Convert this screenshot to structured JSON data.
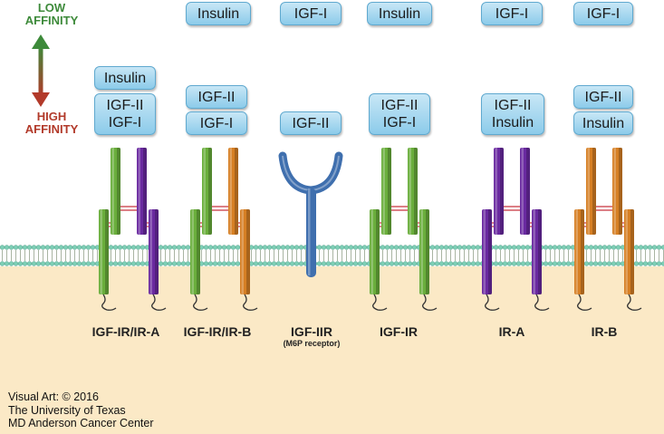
{
  "affinity": {
    "low_line1": "LOW",
    "low_line2": "AFFINITY",
    "high_line1": "HIGH",
    "high_line2": "AFFINITY",
    "low_color": "#3d8a3a",
    "high_color": "#b23a2a"
  },
  "ligand_colors": {
    "fill_top": "#c8e7f6",
    "fill_bottom": "#8ccbea",
    "border": "#5fa9cf"
  },
  "chain_colors": {
    "igf_ir": "#6aae3c",
    "ir_a": "#6a2aa0",
    "ir_b": "#d67f24",
    "igf_iir": "#3f6fae"
  },
  "receptors": [
    {
      "name": "IGF-IR/IR-A",
      "sub": "",
      "ligands": [
        "Insulin",
        "IGF-II\nIGF-I"
      ]
    },
    {
      "name": "IGF-IR/IR-B",
      "sub": "",
      "ligands": [
        "Insulin",
        "IGF-II",
        "IGF-I"
      ]
    },
    {
      "name": "IGF-IIR",
      "sub": "(M6P receptor)",
      "ligands": [
        "IGF-I",
        "IGF-II"
      ]
    },
    {
      "name": "IGF-IR",
      "sub": "",
      "ligands": [
        "Insulin",
        "IGF-II\nIGF-I"
      ]
    },
    {
      "name": "IR-A",
      "sub": "",
      "ligands": [
        "IGF-I",
        "IGF-II\nInsulin"
      ]
    },
    {
      "name": "IR-B",
      "sub": "",
      "ligands": [
        "IGF-I",
        "IGF-II",
        "Insulin"
      ]
    }
  ],
  "credit": {
    "line1": "Visual Art: © 2016",
    "line2": "The University of Texas",
    "line3": "MD Anderson Cancer Center"
  }
}
